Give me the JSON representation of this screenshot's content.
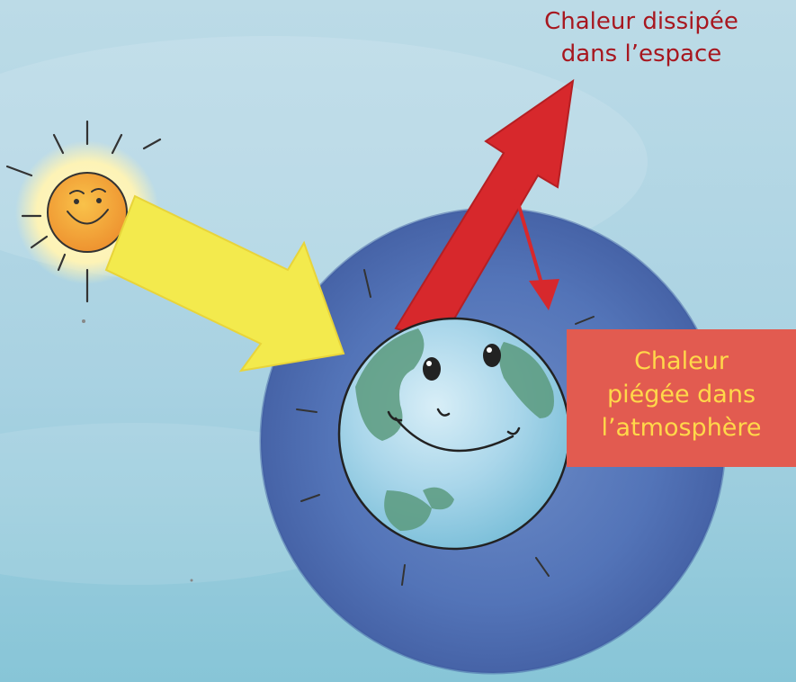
{
  "labels": {
    "heat_dissipated": {
      "line1": "Chaleur dissipée",
      "line2": "dans l’espace"
    },
    "heat_trapped": {
      "line1": "Chaleur",
      "line2": "piégée dans",
      "line3": "l’atmosphère"
    }
  },
  "colors": {
    "sky_top": "#b9d9e6",
    "sky_bottom": "#8cc7d8",
    "atmosphere": "#4f6fb3",
    "incoming_arrow": "#f2ea4a",
    "outgoing_arrow": "#d7282c",
    "label_red_text": "#a7171f",
    "label_box_bg": "#e25b50",
    "label_box_text": "#ffd84a"
  },
  "illustration": {
    "sun_face": "smiling-sun",
    "earth_face": "smiling-earth"
  }
}
